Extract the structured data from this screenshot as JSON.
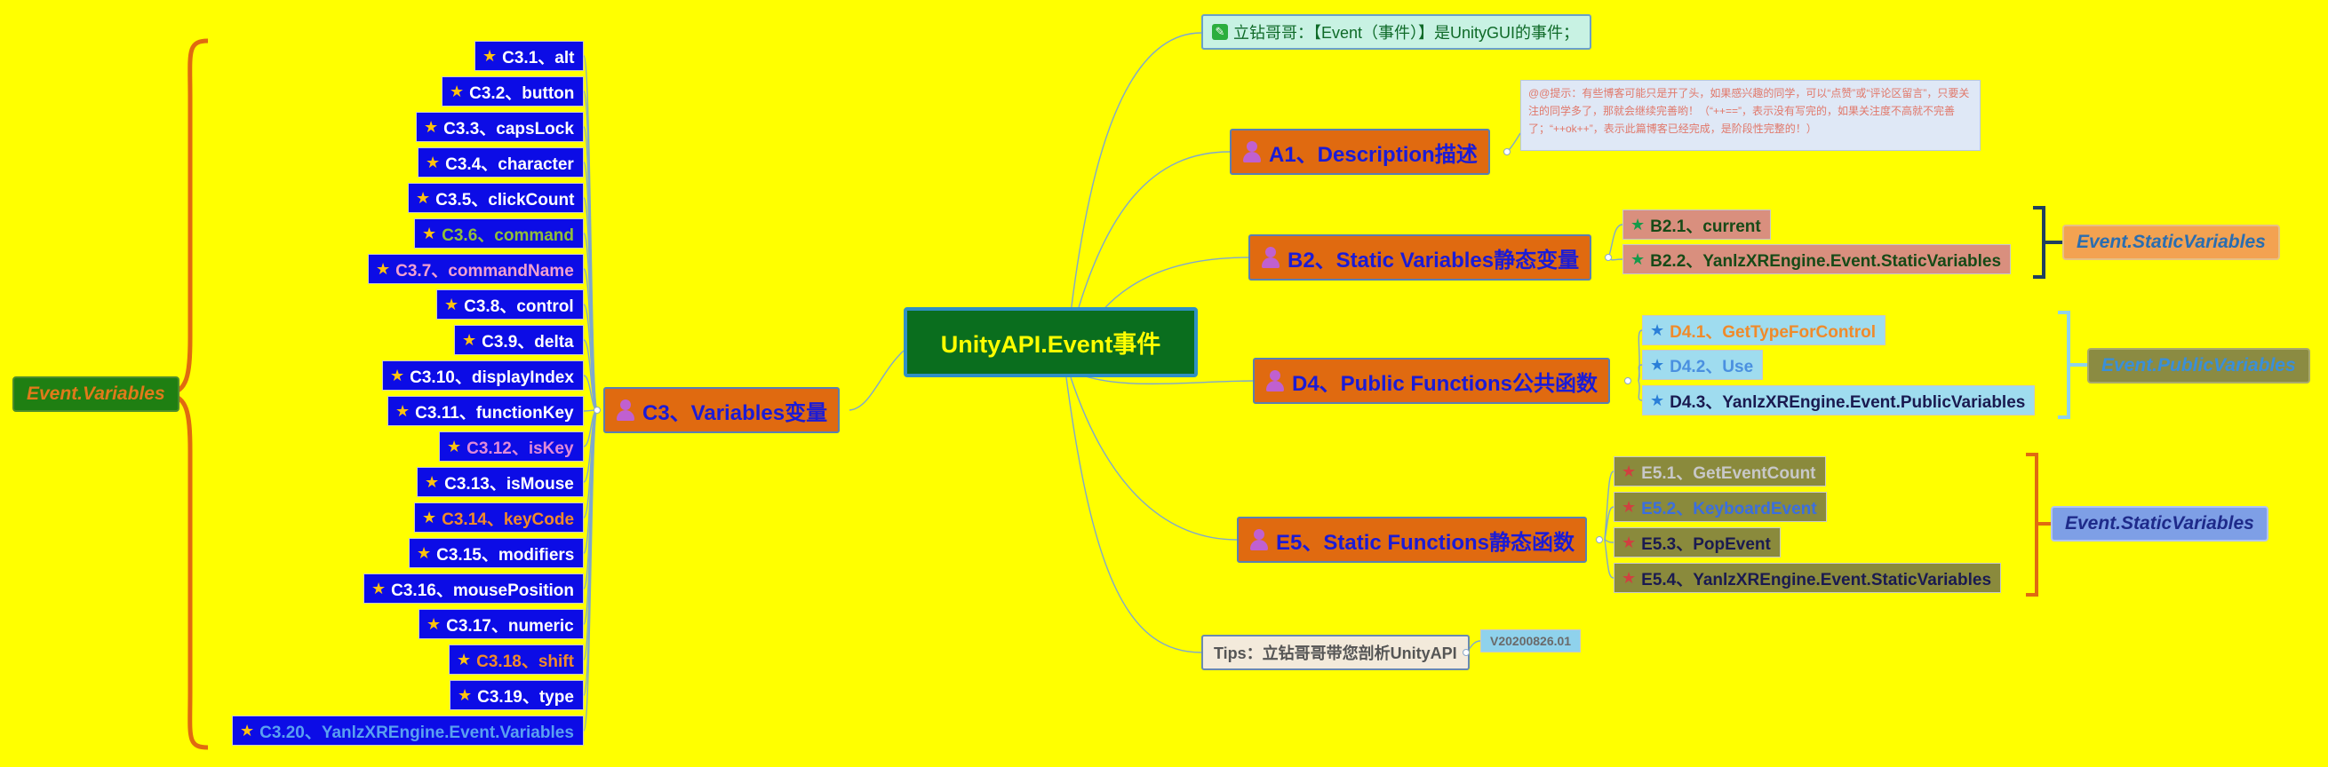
{
  "root": {
    "label": "UnityAPI.Event事件"
  },
  "note": {
    "icon": "pencil-icon",
    "text": "立钻哥哥：【Event（事件）】是UnityGUI的事件；"
  },
  "description_note": {
    "text": "@@提示：有些博客可能只是开了头，如果感兴趣的同学，可以“点赞”或“评论区留言”，只要关注的同学多了，那就会继续完善哟！（“++==”，表示没有写完的，如果关注度不高就不完善了；“++ok++”，表示此篇博客已经完成，是阶段性完整的！）"
  },
  "branches": {
    "a": {
      "label": "A1、Description描述"
    },
    "b": {
      "label": "B2、Static Variables静态变量"
    },
    "c": {
      "label": "C3、Variables变量"
    },
    "d": {
      "label": "D4、Public Functions公共函数"
    },
    "e": {
      "label": "E5、Static Functions静态函数"
    }
  },
  "b_items": [
    "B2.1、current",
    "B2.2、YanlzXREngine.Event.StaticVariables"
  ],
  "d_items": [
    "D4.1、GetTypeForControl",
    "D4.2、Use",
    "D4.3、YanlzXREngine.Event.PublicVariables"
  ],
  "e_items": [
    "E5.1、GetEventCount",
    "E5.2、KeyboardEvent",
    "E5.3、PopEvent",
    "E5.4、YanlzXREngine.Event.StaticVariables"
  ],
  "c_items": [
    "C3.1、alt",
    "C3.2、button",
    "C3.3、capsLock",
    "C3.4、character",
    "C3.5、clickCount",
    "C3.6、command",
    "C3.7、commandName",
    "C3.8、control",
    "C3.9、delta",
    "C3.10、displayIndex",
    "C3.11、functionKey",
    "C3.12、isKey",
    "C3.13、isMouse",
    "C3.14、keyCode",
    "C3.15、modifiers",
    "C3.16、mousePosition",
    "C3.17、numeric",
    "C3.18、shift",
    "C3.19、type",
    "C3.20、YanlzXREngine.Event.Variables"
  ],
  "summaries": {
    "c": "Event.Variables",
    "b": "Event.StaticVariables",
    "d": "Event.PublicVariables",
    "e": "Event.StaticVariables"
  },
  "tips": {
    "label": "Tips：立钻哥哥带您剖析UnityAPI"
  },
  "version": {
    "label": "V20200826.01"
  },
  "colors": {
    "background": "#ffff00",
    "root": "#0a6e1e",
    "branch": "#e06a10",
    "c_leaf": "#0c0ce6",
    "c_text_white": "#ffffff",
    "c_text_accent_green": "#8fbf3a",
    "c_text_accent_orange": "#f08a2a",
    "c_text_accent_blue": "#5aa0f0",
    "c_text_accent_pink": "#e08ad8",
    "d_text_orange": "#f08a2a",
    "d_text_blue": "#4a90e0",
    "d_text_dark": "#1a1a50",
    "e_text_grey": "#c8c8c8",
    "e_text_blue": "#3a6ee0"
  }
}
